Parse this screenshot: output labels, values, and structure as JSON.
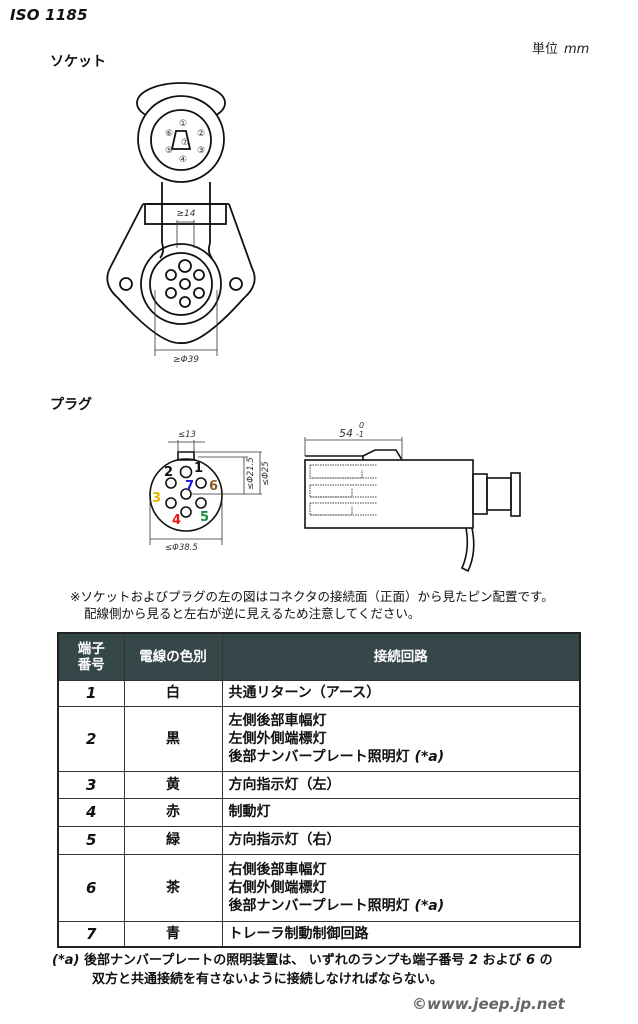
{
  "header": {
    "title": "ISO 1185",
    "unit_label": "単位",
    "unit_value": "mm"
  },
  "socket": {
    "section_title": "ソケット",
    "pin_labels": [
      "①",
      "②",
      "③",
      "④",
      "⑤",
      "⑥",
      "⑦"
    ],
    "dim_width": "≥14",
    "dim_diameter": "≥Φ39"
  },
  "plug": {
    "section_title": "プラグ",
    "dim_key": "≤13",
    "dim_inner": "≤Φ21.5",
    "dim_outer": "≤Φ25",
    "dim_body": "≤Φ38.5",
    "dim_length": "54",
    "tol_upper": "0",
    "tol_lower": "-1",
    "pins": [
      {
        "n": "1",
        "color": "#111111"
      },
      {
        "n": "2",
        "color": "#111111"
      },
      {
        "n": "3",
        "color": "#e8b400"
      },
      {
        "n": "4",
        "color": "#e81818"
      },
      {
        "n": "5",
        "color": "#109040"
      },
      {
        "n": "6",
        "color": "#8a5a2a"
      },
      {
        "n": "7",
        "color": "#1a1ae0"
      }
    ]
  },
  "note": {
    "line1": "※ソケットおよびプラグの左の図はコネクタの接続面（正面）から見たピン配置です。",
    "line2": "配線側から見ると左右が逆に見えるため注意してください。"
  },
  "table": {
    "headers": {
      "terminal_line1": "端子",
      "terminal_line2": "番号",
      "wire_color": "電線の色別",
      "circuit": "接続回路"
    },
    "header_bg": "#36474a",
    "rows": [
      {
        "num": "1",
        "color": "白",
        "circuit": [
          "共通リターン（アース）"
        ],
        "ref": ""
      },
      {
        "num": "2",
        "color": "黒",
        "circuit": [
          "左側後部車幅灯",
          "左側外側端標灯",
          "後部ナンバープレート照明灯"
        ],
        "ref": "(*a)"
      },
      {
        "num": "3",
        "color": "黄",
        "circuit": [
          "方向指示灯（左）"
        ],
        "ref": ""
      },
      {
        "num": "4",
        "color": "赤",
        "circuit": [
          "制動灯"
        ],
        "ref": ""
      },
      {
        "num": "5",
        "color": "緑",
        "circuit": [
          "方向指示灯（右）"
        ],
        "ref": ""
      },
      {
        "num": "6",
        "color": "茶",
        "circuit": [
          "右側後部車幅灯",
          "右側外側端標灯",
          "後部ナンバープレート照明灯"
        ],
        "ref": "(*a)"
      },
      {
        "num": "7",
        "color": "青",
        "circuit": [
          "トレーラ制動制御回路"
        ],
        "ref": ""
      }
    ]
  },
  "footnote": {
    "tag": "(*a)",
    "line1_a": "後部ナンバープレートの照明装置は、 いずれのランプも端子番号",
    "num_a": "2",
    "mid": "および",
    "num_b": "6",
    "line1_end": "の",
    "line2": "双方と共通接続を有さないように接続しなければならない。"
  },
  "copyright": "©www.jeep.jp.net"
}
